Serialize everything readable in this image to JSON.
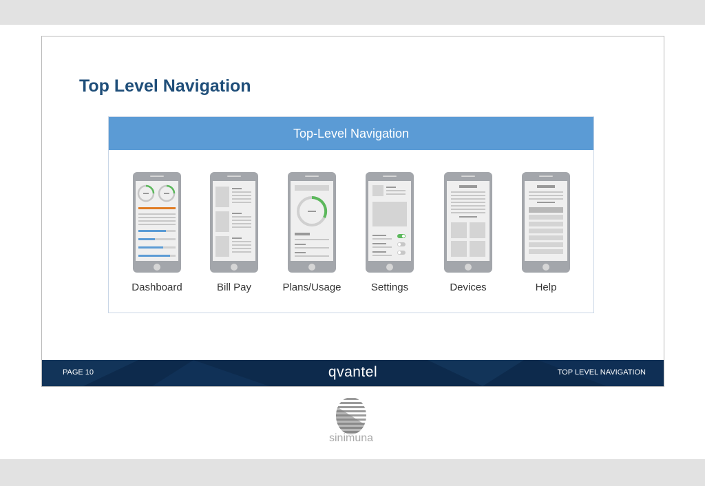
{
  "slide": {
    "title": "Top Level Navigation"
  },
  "diagram": {
    "header": "Top-Level Navigation",
    "items": [
      {
        "label": "Dashboard",
        "icon": "dashboard-phone-icon"
      },
      {
        "label": "Bill Pay",
        "icon": "bill-pay-phone-icon"
      },
      {
        "label": "Plans/Usage",
        "icon": "plans-usage-phone-icon"
      },
      {
        "label": "Settings",
        "icon": "settings-phone-icon"
      },
      {
        "label": "Devices",
        "icon": "devices-phone-icon"
      },
      {
        "label": "Help",
        "icon": "help-phone-icon"
      }
    ]
  },
  "footer": {
    "page": "PAGE 10",
    "logo": "qvantel",
    "section": "TOP LEVEL NAVIGATION"
  },
  "brand": {
    "name": "sinimuna"
  },
  "colors": {
    "title": "#1f4e79",
    "header_bar": "#5b9bd5",
    "footer": "#0d2a4c",
    "accent_green": "#5cb85c",
    "accent_orange": "#e07b22",
    "accent_blue": "#5b9bd5"
  }
}
